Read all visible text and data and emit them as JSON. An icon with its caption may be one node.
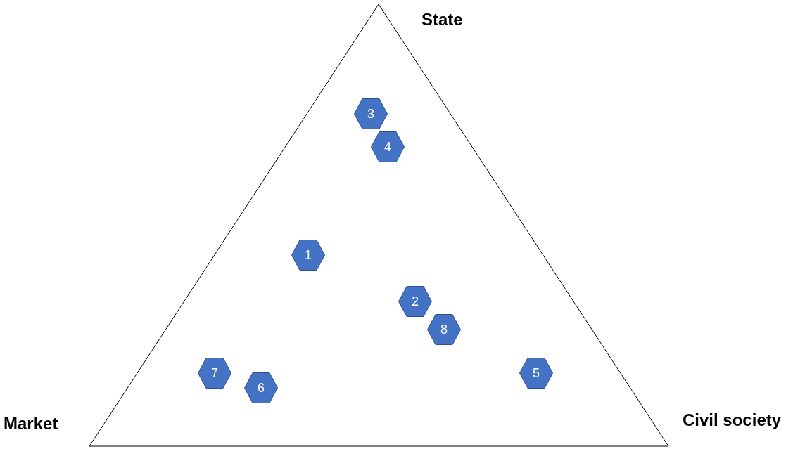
{
  "diagram": {
    "nodes": [
      {
        "text": [
          "3"
        ]
      },
      {
        "text": [
          "4"
        ]
      },
      {
        "text": [
          "1"
        ]
      },
      {
        "text": [
          "2"
        ]
      },
      {
        "text": [
          "8"
        ]
      },
      {
        "text": [
          "7"
        ]
      },
      {
        "text": [
          "5"
        ]
      },
      {
        "text": [
          "6"
        ]
      }
    ],
    "labels": [
      "State",
      "Market",
      "Civil society"
    ]
  }
}
